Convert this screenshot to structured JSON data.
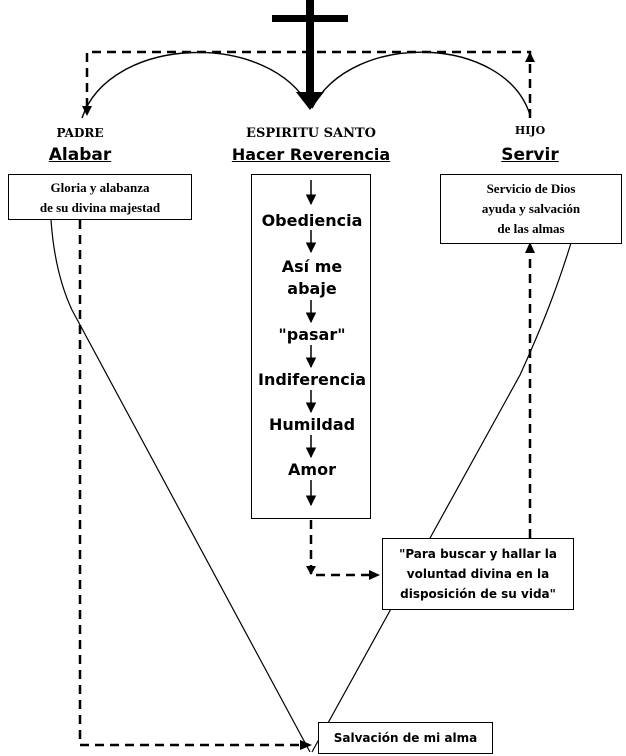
{
  "padre": {
    "title": "PADRE",
    "action": "Alabar",
    "box": [
      "Gloria y alabanza",
      "de su divina majestad"
    ]
  },
  "espiritu": {
    "title": "ESPIRITU SANTO",
    "action": "Hacer Reverencia",
    "steps": [
      "Obediencia",
      "Así me",
      "abaje",
      "\"pasar\"",
      "Indiferencia",
      "Humildad",
      "Amor"
    ]
  },
  "hijo": {
    "title": "HIJO",
    "action": "Servir",
    "box": [
      "Servicio de Dios",
      "ayuda y salvación",
      "de las almas"
    ]
  },
  "voluntad": [
    "\"Para buscar y hallar la",
    "voluntad divina en la",
    "disposición de su vida\""
  ],
  "salvacion": "Salvación de mi alma"
}
